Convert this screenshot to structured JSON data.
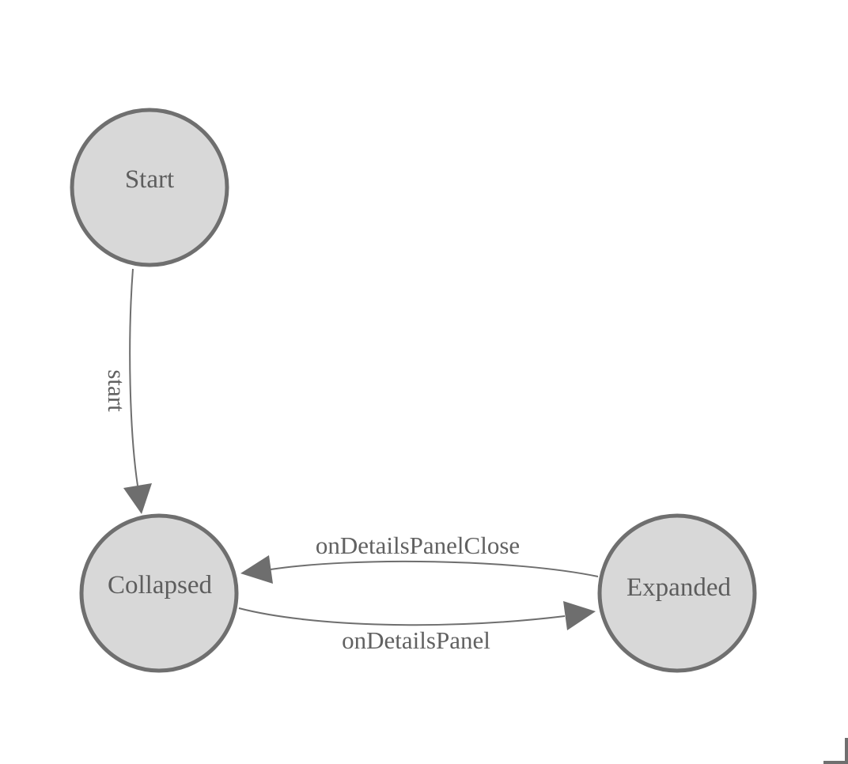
{
  "diagram": {
    "type": "state-machine",
    "nodes": [
      {
        "id": "start",
        "label": "Start"
      },
      {
        "id": "collapsed",
        "label": "Collapsed"
      },
      {
        "id": "expanded",
        "label": "Expanded"
      }
    ],
    "edges": [
      {
        "from": "Start",
        "to": "Collapsed",
        "label": "start"
      },
      {
        "from": "Expanded",
        "to": "Collapsed",
        "label": "onDetailsPanelClose"
      },
      {
        "from": "Collapsed",
        "to": "Expanded",
        "label": "onDetailsPanel"
      }
    ],
    "colors": {
      "background": "#ffffff",
      "node_fill": "#d8d8d8",
      "node_stroke": "#6f6f6f",
      "edge_stroke": "#6e6e6e",
      "node_label": "#5d5d5d",
      "edge_label": "#616161",
      "corner_mark": "#6f6f6f"
    }
  }
}
